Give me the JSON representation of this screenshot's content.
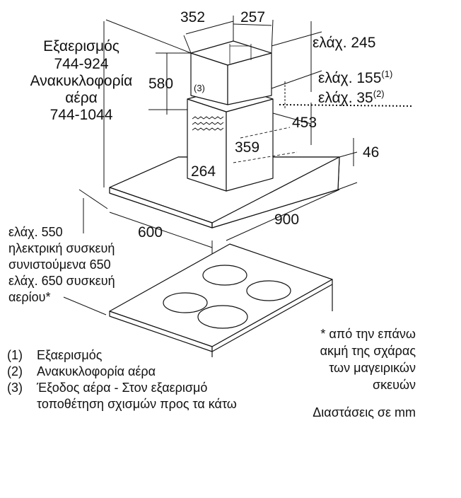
{
  "dims": {
    "chimney_w1": "352",
    "chimney_w2": "257",
    "min_245": "ελάχ. 245",
    "min_155": "ελάχ. 155",
    "ref_1": "(1)",
    "min_35": "ελάχ. 35",
    "ref_2": "(2)",
    "d580": "580",
    "ref_3": "(3)",
    "d453": "453",
    "d359": "359",
    "d264": "264",
    "d46": "46",
    "d600": "600",
    "d900": "900"
  },
  "heights": {
    "extraction_title": "Εξαερισμός",
    "extraction_range": "744-924",
    "recirc_title": "Ανακυκλοφορία",
    "recirc_title2": "αέρα",
    "recirc_range": "744-1044"
  },
  "clearance": {
    "line1": "ελάχ. 550",
    "line2": "ηλεκτρική συσκευή",
    "line3": "συνιστούμενα 650",
    "line4": "ελάχ. 650 συσκευή",
    "line5": "αερίου*"
  },
  "footnote": {
    "line1": "* από την επάνω",
    "line2": "ακμή της σχάρας",
    "line3": "των μαγειρικών",
    "line4": "σκευών"
  },
  "legend": [
    {
      "num": "(1)",
      "text": "Εξαερισμός"
    },
    {
      "num": "(2)",
      "text": "Ανακυκλοφορία αέρα"
    },
    {
      "num": "(3)",
      "text": "Έξοδος αέρα - Στον εξαερισμό"
    }
  ],
  "legend_cont": "τοποθέτηση σχισμών προς τα κάτω",
  "units_note": "Διαστάσεις σε mm"
}
